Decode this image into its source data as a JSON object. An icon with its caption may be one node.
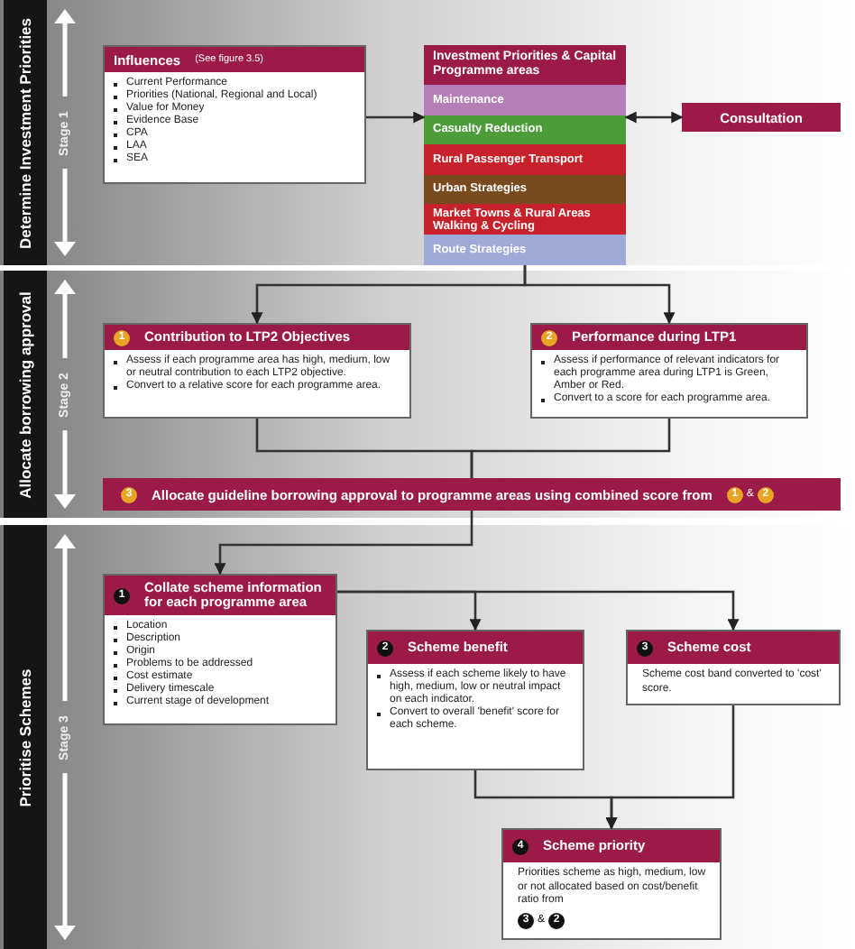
{
  "diagram": {
    "nodes": [
      {
        "text": [
          "Determine Investment Priorities",
          "Stage 1"
        ]
      },
      {
        "text": [
          "Influences",
          "(See figure 3.5)",
          "Current Performance",
          "Priorities (National, Regional and Local)",
          "Value for Money",
          "Evidence Base",
          "CPA",
          "LAA",
          "SEA"
        ],
        "in": 0
      },
      {
        "text": [
          "Investment Priorities & Capital Programme areas"
        ],
        "in": 0
      },
      {
        "text": [
          "Maintenance"
        ],
        "in": 2
      },
      {
        "text": [
          "Casualty Reduction"
        ],
        "in": 2
      },
      {
        "text": [
          "Rural Passenger Transport"
        ],
        "in": 2
      },
      {
        "text": [
          "Urban Strategies"
        ],
        "in": 2
      },
      {
        "text": [
          "Market Towns & Rural Areas Walking & Cycling"
        ],
        "in": 2
      },
      {
        "text": [
          "Route Strategies"
        ],
        "in": 2
      },
      {
        "text": [
          "Consultation"
        ],
        "in": 0
      },
      {
        "text": [
          "Allocate borrowing approval",
          "Stage 2"
        ]
      },
      {
        "text": [
          "1",
          "Contribution to LTP2 Objectives",
          "Assess if each programme area has high, medium, low or neutral contribution to each LTP2 objective.",
          "Convert to a relative score for each programme area."
        ],
        "in": 10
      },
      {
        "text": [
          "2",
          "Performance during LTP1",
          "Assess if performance of relevant indicators for each programme area during LTP1 is Green, Amber or Red.",
          "Convert to a score for each programme area."
        ],
        "in": 10
      },
      {
        "text": [
          "3",
          "Allocate guideline borrowing approval to programme areas using combined score from",
          "1",
          "&",
          "2"
        ],
        "in": 10
      },
      {
        "text": [
          "Prioritise Schemes",
          "Stage 3"
        ]
      },
      {
        "text": [
          "1",
          "Collate scheme information for each programme area",
          "Location",
          "Description",
          "Origin",
          "Problems to be addressed",
          "Cost estimate",
          "Delivery timescale",
          "Current stage of development"
        ],
        "in": 14
      },
      {
        "text": [
          "2",
          "Scheme benefit",
          "Assess if each scheme likely to have high, medium, low or neutral impact on each indicator.",
          "Convert to overall 'benefit' score for each scheme."
        ],
        "in": 14
      },
      {
        "text": [
          "3",
          "Scheme cost",
          "Scheme cost band converted to 'cost' score."
        ],
        "in": 14
      },
      {
        "text": [
          "4",
          "Scheme priority",
          "Priorities scheme as high, medium, low or not allocated based on cost/benefit ratio from",
          "3",
          "&",
          "2"
        ],
        "in": 14
      }
    ],
    "edges": [
      {
        "from": 1,
        "to": 2,
        "arrow": "to"
      },
      {
        "from": 2,
        "to": 9,
        "arrow": "both"
      },
      {
        "from": 2,
        "to": 11,
        "arrow": "to"
      },
      {
        "from": 2,
        "to": 12,
        "arrow": "to"
      },
      {
        "from": 11,
        "to": 13,
        "arrow": "none"
      },
      {
        "from": 12,
        "to": 13,
        "arrow": "none"
      },
      {
        "from": 13,
        "to": 15,
        "arrow": "to"
      },
      {
        "from": 15,
        "to": 16,
        "arrow": "to"
      },
      {
        "from": 15,
        "to": 17,
        "arrow": "to"
      },
      {
        "from": 16,
        "to": 18,
        "arrow": "to"
      },
      {
        "from": 17,
        "to": 18,
        "arrow": "to"
      }
    ]
  }
}
